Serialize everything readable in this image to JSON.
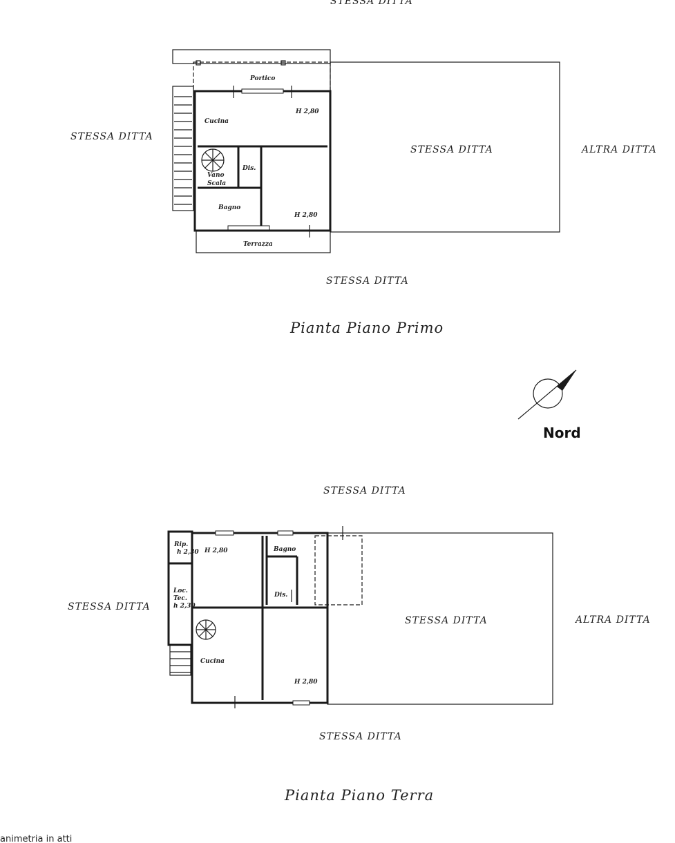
{
  "top_edge_label": "STESSA DITTA",
  "first_floor": {
    "title": "Pianta Piano Primo",
    "neighbors": {
      "left": "STESSA DITTA",
      "center": "STESSA DITTA",
      "right": "ALTRA DITTA",
      "bottom": "STESSA DITTA"
    },
    "rooms": {
      "portico": "Portico",
      "cucina": "Cucina",
      "h_top": "H 2,80",
      "vano": "Vano",
      "scala": "Scala",
      "dis": "Dis.",
      "bagno": "Bagno",
      "h_bottom": "H 2,80",
      "terrazza": "Terrazza"
    }
  },
  "compass": {
    "label": "Nord"
  },
  "ground_floor": {
    "title": "Pianta Piano Terra",
    "neighbors": {
      "top": "STESSA DITTA",
      "left": "STESSA DITTA",
      "center": "STESSA DITTA",
      "right": "ALTRA DITTA",
      "bottom": "STESSA DITTA"
    },
    "rooms": {
      "rip": "Rip.",
      "rip_h": "h 2,30",
      "h_left": "H 2,80",
      "bagno": "Bagno",
      "loc": "Loc.",
      "tec": "Tec.",
      "loc_h": "h 2,30",
      "dis": "Dis.",
      "cucina": "Cucina",
      "h_right": "H 2,80"
    }
  },
  "footer_note": "animetria in atti"
}
